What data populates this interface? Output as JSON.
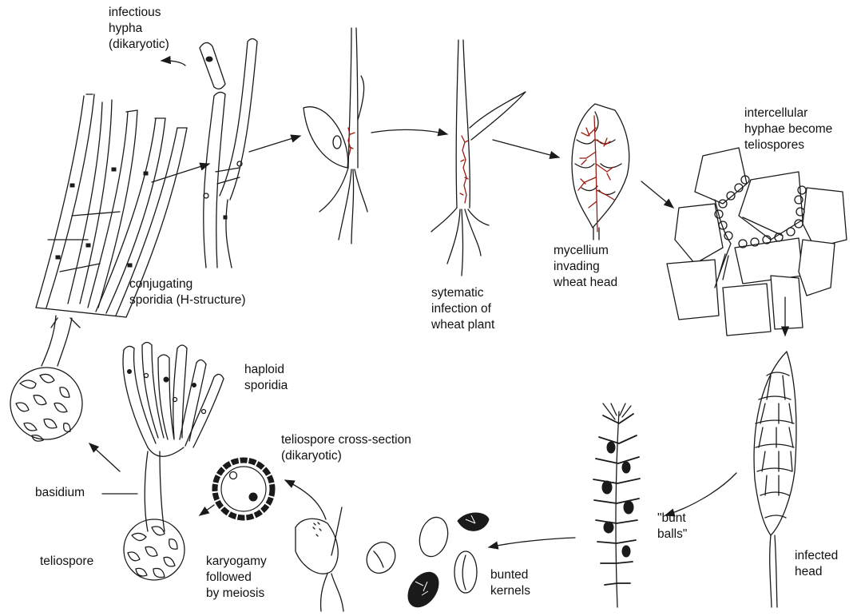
{
  "colors": {
    "ink": "#1a1a1a",
    "mycelium": "#9a1b10",
    "background": "#ffffff"
  },
  "labels": {
    "infectious_hypha": [
      "infectious",
      "hypha",
      "(dikaryotic)"
    ],
    "conjugating_sporidia": [
      "conjugating",
      "sporidia (H-structure)"
    ],
    "systematic_infection": [
      "sytematic",
      "infection of",
      "wheat plant"
    ],
    "mycellium_invading": [
      "mycellium",
      "invading",
      "wheat head"
    ],
    "intercellular_hyphae": [
      "intercellular",
      "hyphae become",
      "teliospores"
    ],
    "haploid_sporidia": [
      "haploid",
      "sporidia"
    ],
    "teliospore_cross_section": [
      "teliospore cross-section",
      "(dikaryotic)"
    ],
    "basidium": "basidium",
    "teliospore": "teliospore",
    "karyogamy": [
      "karyogamy",
      "followed",
      "by meiosis"
    ],
    "bunted_kernels": [
      "bunted",
      "kernels"
    ],
    "bunt_balls": [
      "\"bunt",
      "balls\""
    ],
    "infected_head": [
      "infected",
      "head"
    ]
  }
}
